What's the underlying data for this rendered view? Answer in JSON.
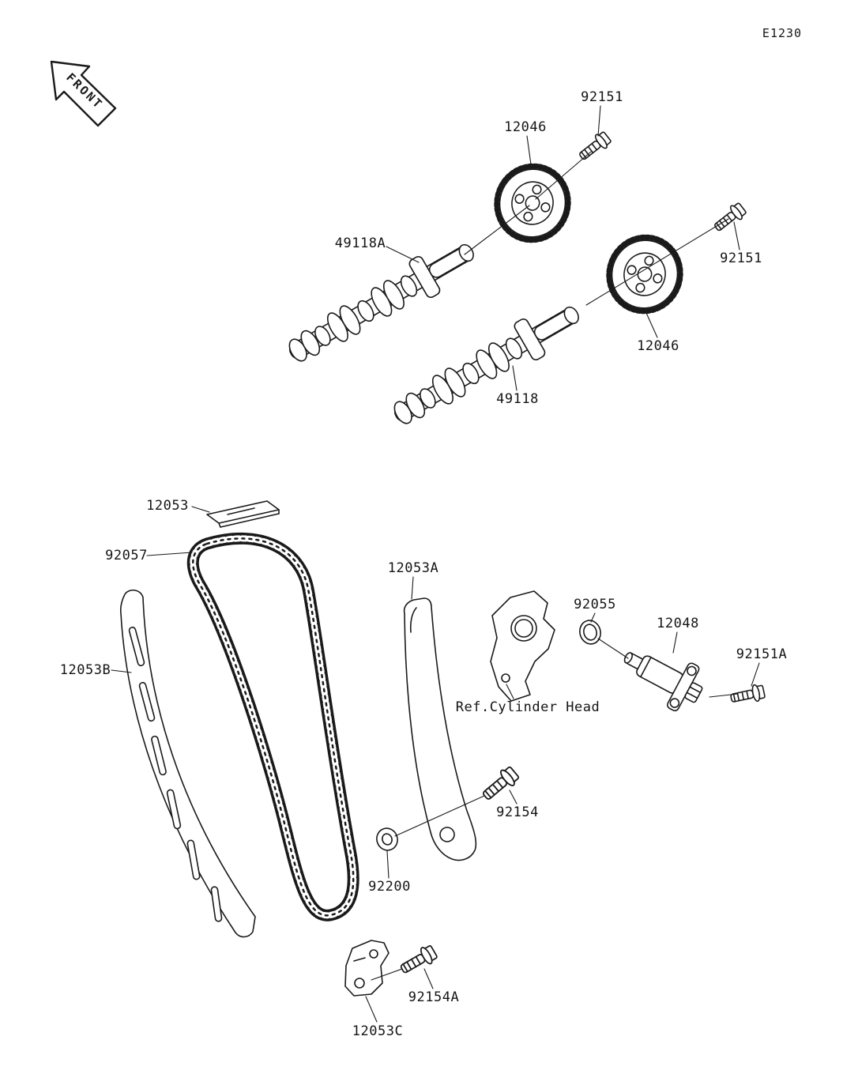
{
  "page": {
    "code": "E1230"
  },
  "front_marker": {
    "label": "FRONT"
  },
  "callouts": {
    "c92151_front": "92151",
    "c12046_front": "12046",
    "c49118a": "49118A",
    "c92151_rear": "92151",
    "c12046_rear": "12046",
    "c49118": "49118",
    "c12053": "12053",
    "c92057": "92057",
    "c12053a": "12053A",
    "c92055": "92055",
    "c12048": "12048",
    "c92151a": "92151A",
    "c12053b": "12053B",
    "c_ref_cylinder_head": "Ref.Cylinder Head",
    "c92154": "92154",
    "c92200": "92200",
    "c92154a": "92154A",
    "c12053c": "12053C"
  },
  "diagram": {
    "line_color": "#1a1a1a",
    "background_color": "#ffffff"
  }
}
